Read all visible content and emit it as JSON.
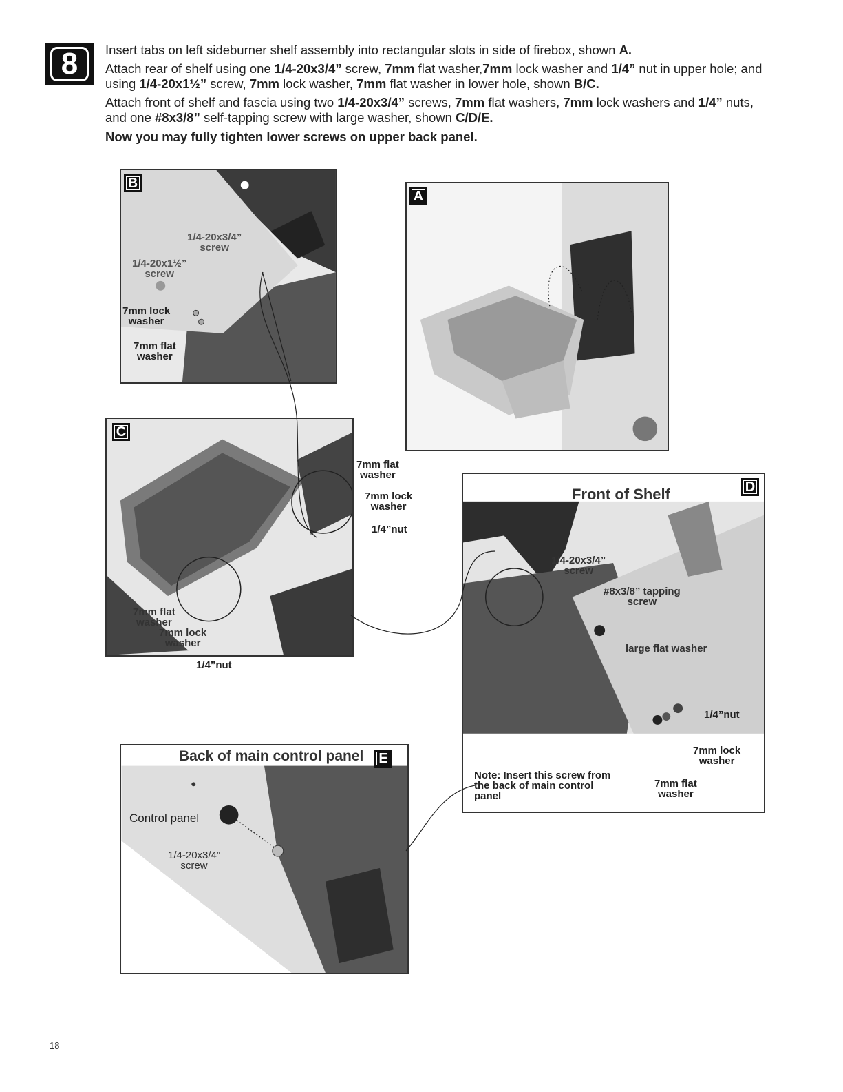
{
  "step": {
    "number": "8"
  },
  "instructions": {
    "p1": {
      "text": "Insert tabs on left sideburner shelf assembly into rectangular slots in side of firebox, shown ",
      "ref": "A."
    },
    "p2": {
      "t1": "Attach rear of shelf using one ",
      "b1": "1/4-20x3/4”",
      "t2": " screw, ",
      "b2": "7mm",
      "t3": " flat washer,",
      "b3": "7mm",
      "t4": " lock washer and ",
      "b4": "1/4”",
      "t5": " nut in upper hole; and using ",
      "b5": "1/4-20x1½”",
      "t6": " screw, ",
      "b6": "7mm",
      "t7": " lock washer, ",
      "b7": "7mm",
      "t8": " flat washer in lower hole, shown ",
      "b8": "B/C."
    },
    "p3": {
      "t1": "Attach front of shelf and fascia using two ",
      "b1": "1/4-20x3/4”",
      "t2": " screws, ",
      "b2": "7mm",
      "t3": " flat washers, ",
      "b3": "7mm",
      "t4": " lock washers and ",
      "b4": "1/4”",
      "t5": " nuts, and one ",
      "b5": "#8x3/8”",
      "t6": " self-tapping screw with large washer, shown ",
      "b6": "C/D/E."
    },
    "p4": "Now you may fully tighten lower screws on upper back panel."
  },
  "panels": {
    "b": {
      "letter": "B",
      "labels": {
        "screw_34": "1/4-20x3/4”\nscrew",
        "screw_112": "1/4-20x1½”\nscrew",
        "lock_washer": "7mm lock\nwasher",
        "flat_washer": "7mm flat\nwasher"
      }
    },
    "a": {
      "letter": "A"
    },
    "c": {
      "letter": "C",
      "labels": {
        "flat_washer_top": "7mm flat\nwasher",
        "lock_washer_top": "7mm lock\nwasher",
        "nut_top": "1/4”nut",
        "flat_washer_bottom": "7mm flat\nwasher",
        "lock_washer_bottom": "7mm lock\nwasher",
        "nut_bottom": "1/4”nut"
      }
    },
    "d": {
      "letter": "D",
      "title": "Front of Shelf",
      "labels": {
        "screw_34": "1/4-20x3/4”\nscrew",
        "tapping_screw": "#8x3/8” tapping\nscrew",
        "large_washer": "large flat washer",
        "nut": "1/4”nut",
        "lock_washer": "7mm lock\nwasher",
        "flat_washer": "7mm flat\nwasher",
        "note": "Note: Insert this screw from\nthe back of main control\npanel"
      }
    },
    "e": {
      "letter": "E",
      "title": "Back of main control panel",
      "labels": {
        "control_panel": "Control panel",
        "screw_34": "1/4-20x3/4”\nscrew"
      }
    }
  },
  "page": {
    "number": "18"
  }
}
